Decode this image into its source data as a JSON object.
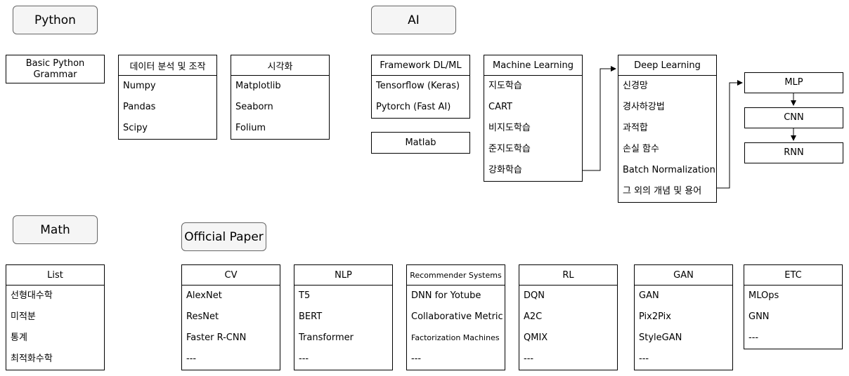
{
  "sections": {
    "python": "Python",
    "ai": "AI",
    "math": "Math",
    "paper": "Official Paper"
  },
  "python": {
    "basic": [
      "Basic Python",
      "Grammar"
    ],
    "data": {
      "title": "데이터 분석 및 조작",
      "items": [
        "Numpy",
        "Pandas",
        "Scipy"
      ]
    },
    "viz": {
      "title": "시각화",
      "items": [
        "Matplotlib",
        "Seaborn",
        "Folium"
      ]
    }
  },
  "ai": {
    "framework": {
      "title": "Framework DL/ML",
      "items": [
        "Tensorflow (Keras)",
        "Pytorch (Fast AI)"
      ]
    },
    "matlab": "Matlab",
    "ml": {
      "title": "Machine Learning",
      "items": [
        "지도학습",
        "CART",
        "비지도학습",
        "준지도학습",
        "강화학습"
      ]
    },
    "dl": {
      "title": "Deep Learning",
      "items": [
        "신경망",
        "경사하강법",
        "과적합",
        "손실 함수",
        "Batch Normalization",
        "그 외의 개념 및 용어"
      ]
    },
    "models": [
      "MLP",
      "CNN",
      "RNN"
    ]
  },
  "math": {
    "list": {
      "title": "List",
      "items": [
        "선형대수학",
        "미적분",
        "통계",
        "최적화수학"
      ]
    }
  },
  "paper": {
    "cv": {
      "title": "CV",
      "items": [
        "AlexNet",
        "ResNet",
        "Faster R-CNN",
        "---"
      ]
    },
    "nlp": {
      "title": "NLP",
      "items": [
        "T5",
        "BERT",
        "Transformer",
        "---"
      ]
    },
    "rec": {
      "title": "Recommender Systems",
      "items": [
        "DNN for Yotube",
        "Collaborative Metric",
        "Factorization Machines",
        "---"
      ]
    },
    "rl": {
      "title": "RL",
      "items": [
        "DQN",
        "A2C",
        "QMIX",
        "---"
      ]
    },
    "gan": {
      "title": "GAN",
      "items": [
        "GAN",
        "Pix2Pix",
        "StyleGAN",
        "---"
      ]
    },
    "etc": {
      "title": "ETC",
      "items": [
        "MLOps",
        "GNN",
        "---"
      ]
    }
  }
}
